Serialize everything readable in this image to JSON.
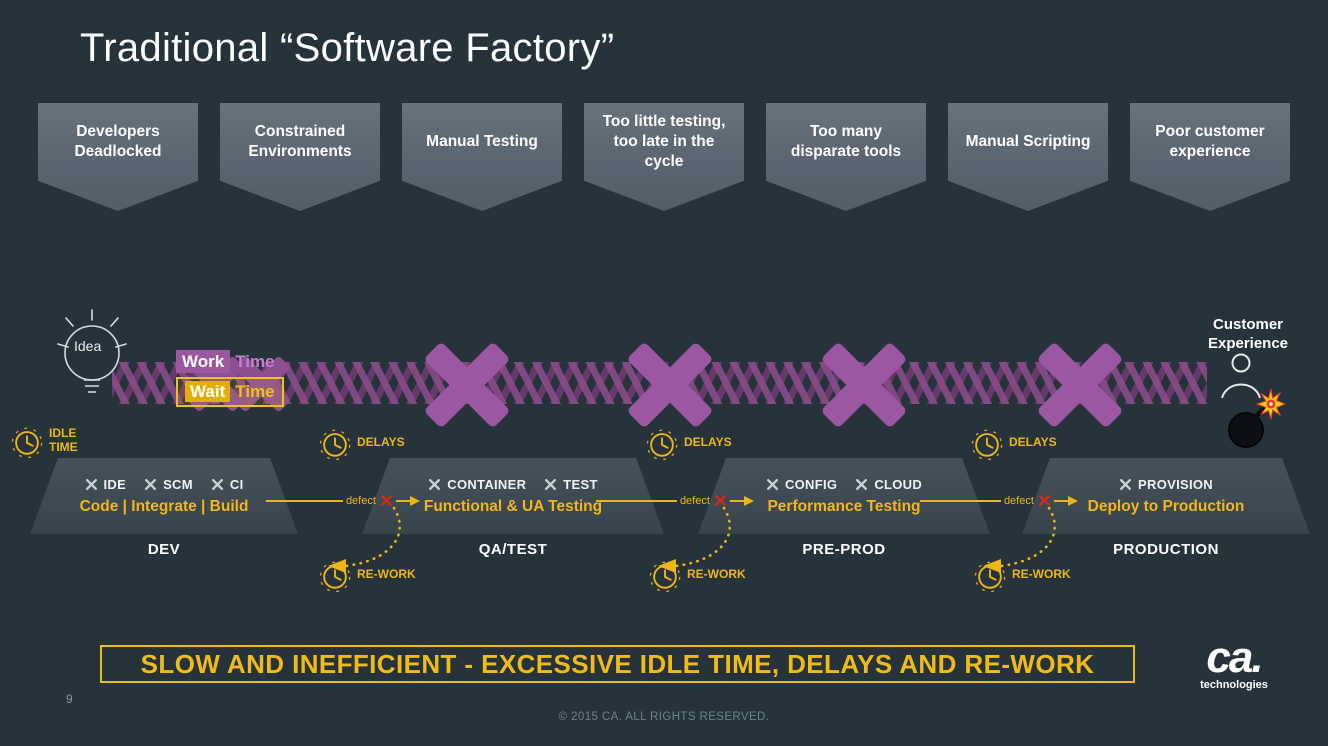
{
  "slide": {
    "title": "Traditional “Software Factory”",
    "page_number": "9",
    "footer": "© 2015 CA. ALL RIGHTS RESERVED.",
    "bottom_banner": "SLOW AND INEFFICIENT - EXCESSIVE IDLE TIME, DELAYS AND RE-WORK"
  },
  "logo": {
    "brand": "ca.",
    "tagline": "technologies"
  },
  "banners": [
    {
      "label": "Developers Deadlocked"
    },
    {
      "label": "Constrained Environments"
    },
    {
      "label": "Manual Testing"
    },
    {
      "label": "Too little testing, too late in the cycle"
    },
    {
      "label": "Too many disparate tools"
    },
    {
      "label": "Manual Scripting"
    },
    {
      "label": "Poor customer experience"
    }
  ],
  "legend": {
    "work": "Work",
    "work_time": "Time",
    "wait": "Wait",
    "wait_time": "Time"
  },
  "timeline": {
    "idea": "Idea",
    "customer": "Customer Experience",
    "idle": "IDLE TIME",
    "delays": "DELAYS",
    "rework": "RE-WORK",
    "defect": "defect",
    "defect_mark": "✕"
  },
  "stages": [
    {
      "name": "DEV",
      "tools": [
        "IDE",
        "SCM",
        "CI"
      ],
      "action": "Code | Integrate | Build"
    },
    {
      "name": "QA/TEST",
      "tools": [
        "CONTAINER",
        "TEST"
      ],
      "action": "Functional & UA Testing"
    },
    {
      "name": "PRE-PROD",
      "tools": [
        "CONFIG",
        "CLOUD"
      ],
      "action": "Performance Testing"
    },
    {
      "name": "PRODUCTION",
      "tools": [
        "PROVISION"
      ],
      "action": "Deploy to Production"
    }
  ],
  "colors": {
    "background": "#27333b",
    "accent_yellow": "#ecb714",
    "accent_purple": "#9c57a3",
    "banner_gray": "#5d6870",
    "defect_red": "#d5281e"
  }
}
